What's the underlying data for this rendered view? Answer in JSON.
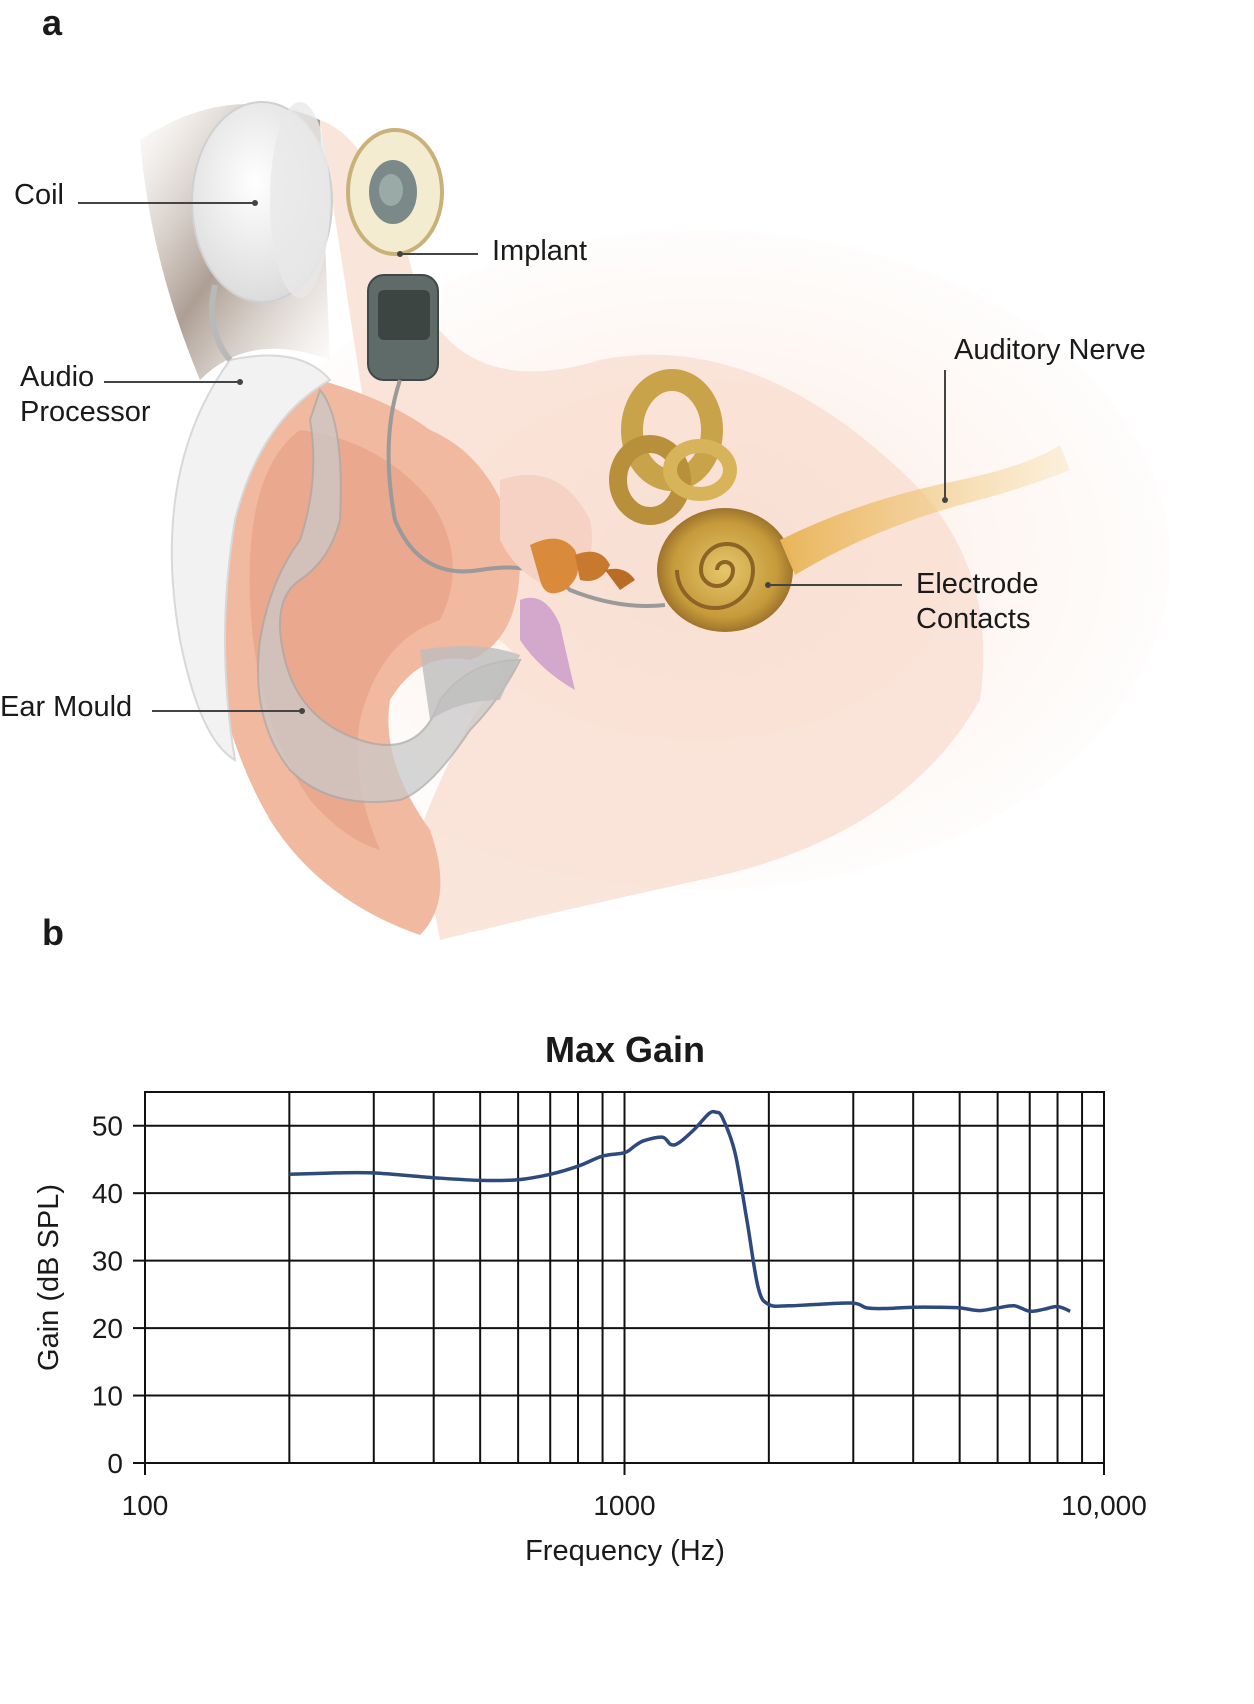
{
  "panel_a": {
    "letter": "a",
    "labels": {
      "coil": "Coil",
      "implant": "Implant",
      "audio_processor_line1": "Audio",
      "audio_processor_line2": "Processor",
      "auditory_nerve": "Auditory Nerve",
      "electrode_line1": "Electrode",
      "electrode_line2": "Contacts",
      "ear_mould": "Ear Mould"
    }
  },
  "panel_b": {
    "letter": "b"
  },
  "chart_data": {
    "type": "line",
    "title": "Max Gain",
    "xlabel": "Frequency (Hz)",
    "ylabel": "Gain (dB SPL)",
    "xscale": "log",
    "xlim": [
      100,
      10000
    ],
    "ylim": [
      0,
      55
    ],
    "xticks": [
      100,
      1000,
      10000
    ],
    "xtick_labels": [
      "100",
      "1000",
      "10,000"
    ],
    "yticks": [
      0,
      10,
      20,
      30,
      40,
      50
    ],
    "ytick_labels": [
      "0",
      "10",
      "20",
      "30",
      "40",
      "50"
    ],
    "grid": true,
    "series": [
      {
        "color": "#2e4a7d",
        "x": [
          200,
          250,
          300,
          400,
          500,
          600,
          700,
          800,
          900,
          1000,
          1050,
          1100,
          1200,
          1250,
          1300,
          1400,
          1500,
          1550,
          1600,
          1700,
          1800,
          1900,
          2000,
          2200,
          2500,
          3000,
          3200,
          3500,
          4000,
          4500,
          5000,
          5500,
          6000,
          6500,
          7000,
          7500,
          8000,
          8500
        ],
        "y": [
          42.8,
          43.0,
          43.0,
          42.3,
          41.9,
          42.0,
          42.8,
          44.0,
          45.5,
          46.0,
          47.0,
          47.8,
          48.3,
          47.2,
          47.5,
          49.5,
          51.8,
          52.0,
          51.2,
          46.0,
          36.0,
          26.0,
          23.5,
          23.3,
          23.5,
          23.7,
          23.0,
          22.9,
          23.1,
          23.1,
          23.0,
          22.6,
          23.0,
          23.3,
          22.5,
          22.8,
          23.2,
          22.5
        ]
      }
    ]
  }
}
